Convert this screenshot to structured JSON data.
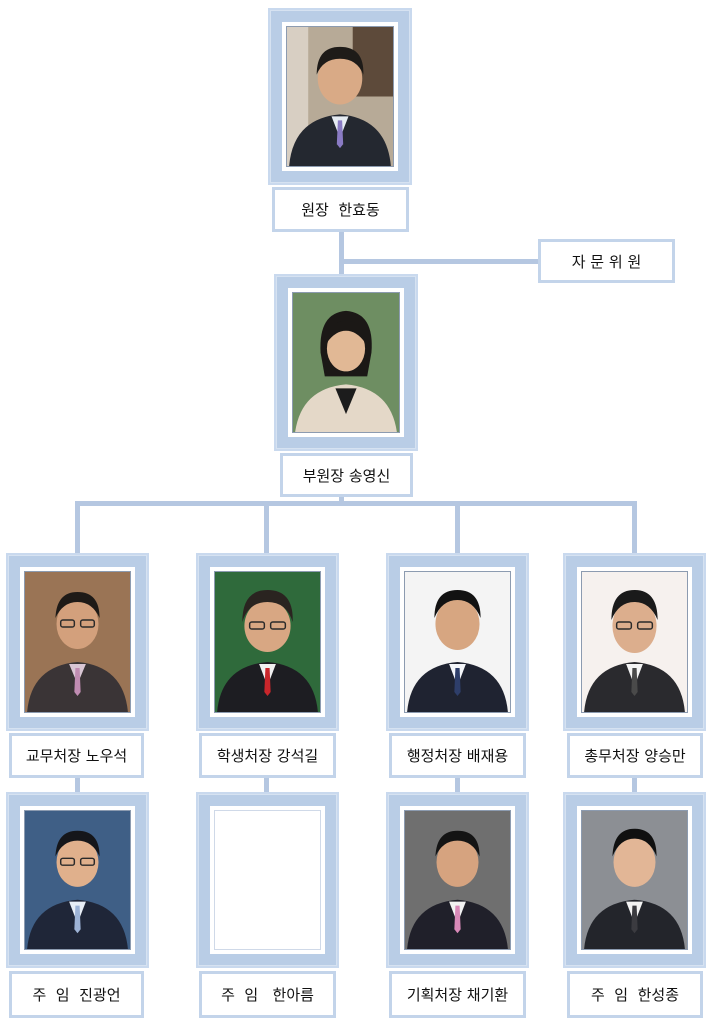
{
  "director": {
    "label": "원장  한효동"
  },
  "advisory": {
    "label": "자 문 위 원"
  },
  "vice_director": {
    "label": "부원장 송영신"
  },
  "departments": [
    {
      "head_label": "교무처장 노우석",
      "sub_label": "주  임  진광언"
    },
    {
      "head_label": "학생처장 강석길",
      "sub_label": "주  임   한아름"
    },
    {
      "head_label": "행정처장 배재용",
      "sub_label": "기획처장 채기환"
    },
    {
      "head_label": "총무처장 양승만",
      "sub_label": "주  임  한성종"
    }
  ],
  "colors": {
    "frame": "#b9cde6",
    "connector": "#b5c7e1",
    "label_border": "#c3d4ea"
  }
}
